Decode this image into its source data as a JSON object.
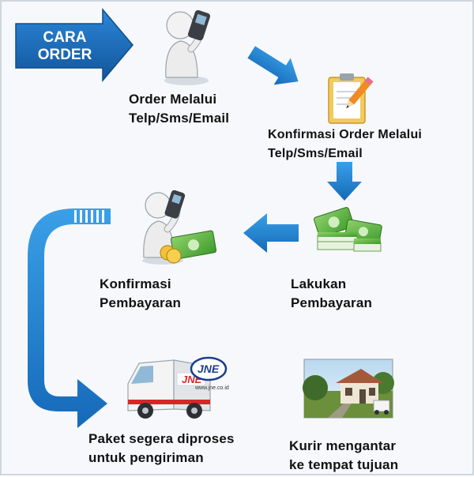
{
  "banner": {
    "line1": "CARA",
    "line2": "ORDER"
  },
  "steps": [
    {
      "line1": "Order Melalui",
      "line2": "Telp/Sms/Email"
    },
    {
      "line1": "Konfirmasi Order Melalui",
      "line2": "Telp/Sms/Email"
    },
    {
      "line1": "Lakukan",
      "line2": "Pembayaran"
    },
    {
      "line1": "Konfirmasi",
      "line2": "Pembayaran"
    },
    {
      "line1": "Paket segera diproses",
      "line2": "untuk pengiriman"
    },
    {
      "line1": "Kurir mengantar",
      "line2": "ke tempat tujuan"
    }
  ],
  "logo": {
    "brand": "JNE",
    "url": "www.jne.co.id"
  },
  "colors": {
    "arrow": "#1f80cc",
    "banner": "#1a6fc0",
    "text": "#111111",
    "background": "#f6f8fb"
  },
  "icons": [
    "person-phone-icon",
    "clipboard-pencil-icon",
    "money-stack-icon",
    "person-phone-money-icon",
    "delivery-van-icon",
    "house-photo-icon"
  ]
}
